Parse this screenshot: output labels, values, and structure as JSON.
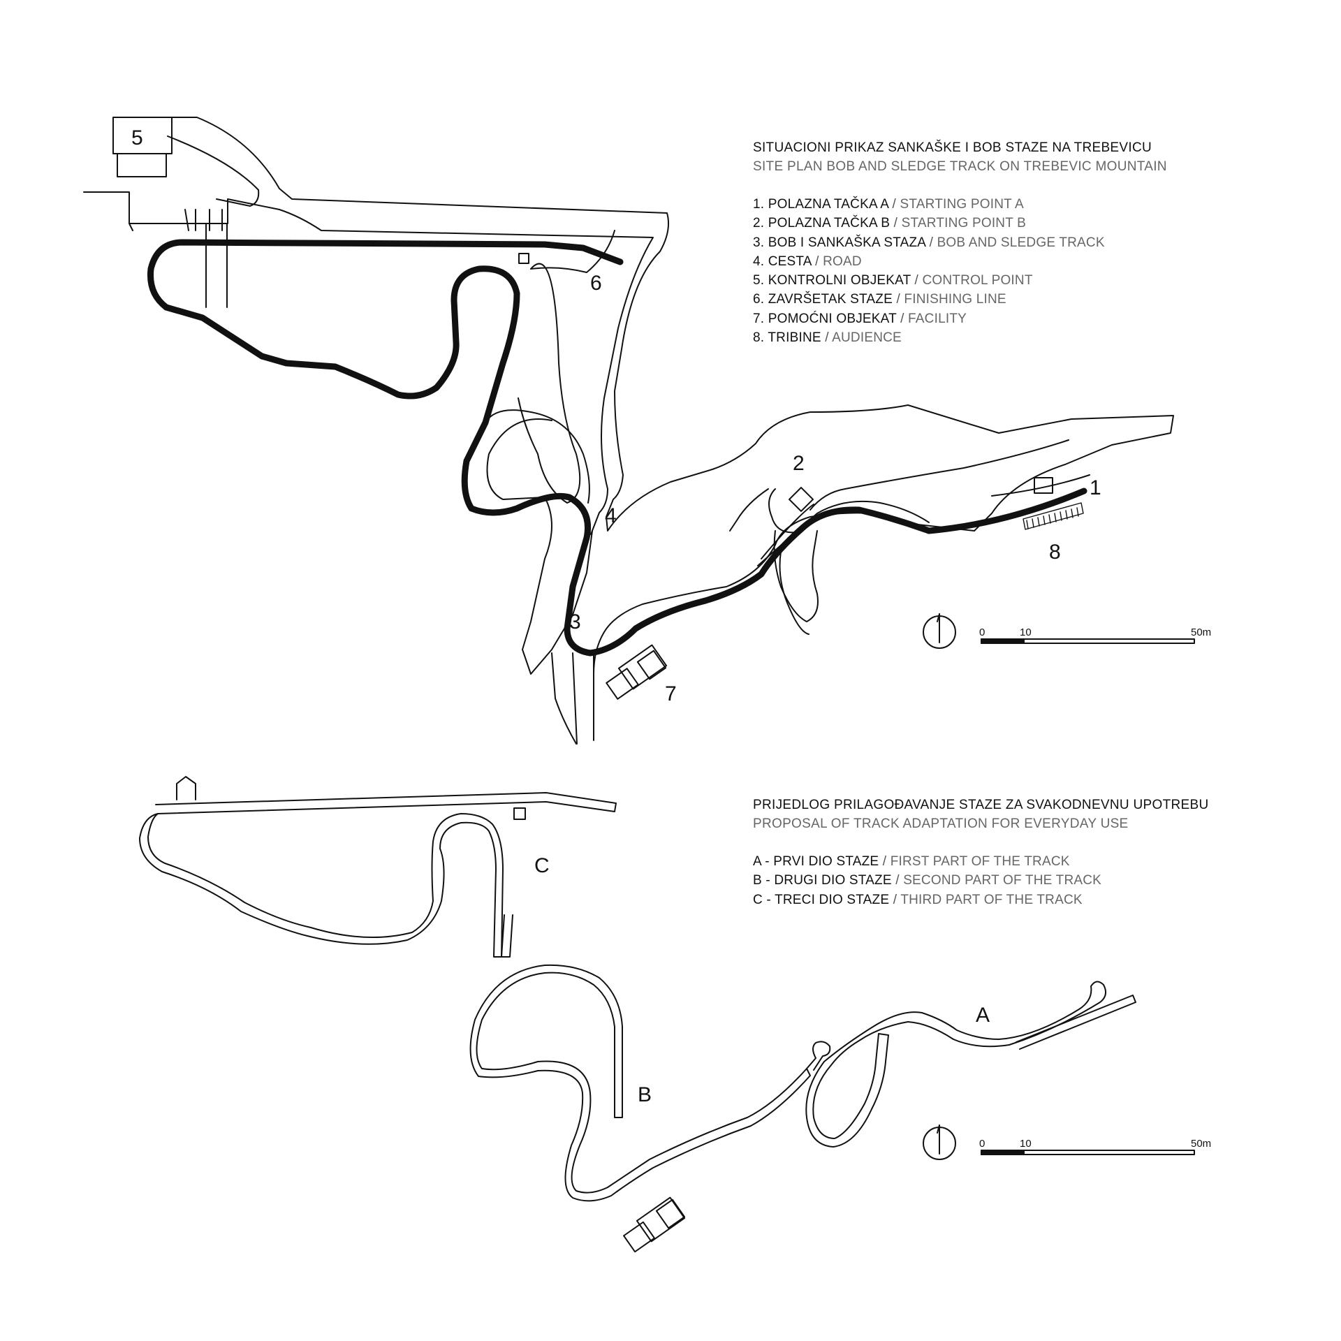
{
  "plan1": {
    "title_local": "SITUACIONI PRIKAZ SANKAŠKE I BOB STAZE NA TREBEVICU",
    "title_en": "SITE PLAN BOB AND SLEDGE TRACK ON TREBEVIC MOUNTAIN",
    "legend": [
      {
        "local": "1. POLAZNA TAČKA A",
        "en": "STARTING POINT A"
      },
      {
        "local": "2. POLAZNA TAČKA B",
        "en": "STARTING POINT B"
      },
      {
        "local": "3. BOB I SANKAŠKA STAZA",
        "en": "BOB AND SLEDGE TRACK"
      },
      {
        "local": "4. CESTA",
        "en": "ROAD"
      },
      {
        "local": "5. KONTROLNI OBJEKAT",
        "en": "CONTROL POINT"
      },
      {
        "local": "6. ZAVRŠETAK STAZE",
        "en": "FINISHING LINE"
      },
      {
        "local": "7. POMOĆNI OBJEKAT",
        "en": "FACILITY"
      },
      {
        "local": "8. TRIBINE",
        "en": "AUDIENCE"
      }
    ],
    "markers": {
      "m1": "1",
      "m2": "2",
      "m3": "3",
      "m4": "4",
      "m5": "5",
      "m6": "6",
      "m7": "7",
      "m8": "8"
    },
    "scale": {
      "t0": "0",
      "t10": "10",
      "t50": "50m"
    }
  },
  "plan2": {
    "title_local": "PRIJEDLOG PRILAGOĐAVANJE STAZE ZA SVAKODNEVNU UPOTREBU",
    "title_en": "PROPOSAL OF TRACK ADAPTATION FOR EVERYDAY USE",
    "legend": [
      {
        "local": "A - PRVI DIO STAZE",
        "en": "FIRST PART OF THE TRACK"
      },
      {
        "local": "B - DRUGI DIO STAZE",
        "en": "SECOND PART OF THE TRACK"
      },
      {
        "local": "C - TRECI DIO STAZE",
        "en": "THIRD PART OF THE TRACK"
      }
    ],
    "markers": {
      "a": "A",
      "b": "B",
      "c": "C"
    },
    "scale": {
      "t0": "0",
      "t10": "10",
      "t50": "50m"
    }
  },
  "icons": [
    "north-arrow-icon",
    "scale-bar-icon"
  ]
}
